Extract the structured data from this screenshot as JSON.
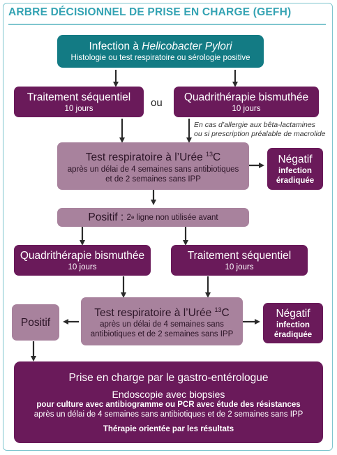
{
  "title": "ARBRE DÉCISIONNEL DE PRISE EN CHARGE (GEFH)",
  "infection": {
    "title_prefix": "Infection à ",
    "title_italic": "Helicobacter Pylori",
    "subtitle": "Histologie ou test respiratoire ou sérologie positive"
  },
  "traitement1": {
    "title": "Traitement séquentiel",
    "duration": "10 jours"
  },
  "ou": "ou",
  "quadri1": {
    "title": "Quadrithérapie bismuthée",
    "duration": "10 jours"
  },
  "allergy_note": {
    "line1": "En cas d’allergie aux bêta-lactamines",
    "line2": "ou si prescription préalable de macrolide"
  },
  "test1": {
    "title_prefix": "Test respiratoire à l’Urée ",
    "isotope": "13",
    "title_suffix": "C",
    "line1": "après un délai de 4 semaines sans antibiotiques",
    "line2": "et de 2 semaines sans IPP"
  },
  "negatif1": {
    "title": "Négatif",
    "line1": "infection",
    "line2": "éradiquée"
  },
  "positif_mid": {
    "label": "Positif",
    "colon": " : ",
    "num": "2",
    "sup": "e",
    "rest": " ligne non utilisée avant"
  },
  "quadri2": {
    "title": "Quadrithérapie bismuthée",
    "duration": "10 jours"
  },
  "traitement2": {
    "title": "Traitement séquentiel",
    "duration": "10 jours"
  },
  "test2": {
    "title_prefix": "Test respiratoire à l’Urée ",
    "isotope": "13",
    "title_suffix": "C",
    "line1": "après un délai de 4 semaines sans",
    "line2": "antibiotiques et de 2 semaines sans IPP"
  },
  "positif2": {
    "label": "Positif"
  },
  "negatif2": {
    "title": "Négatif",
    "line1": "infection",
    "line2": "éradiquée"
  },
  "gastro": {
    "title": "Prise en charge par le gastro-entérologue",
    "line1": "Endoscopie avec biopsies",
    "line2": "pour culture avec antibiogramme ou PCR avec étude des résistances",
    "line3": "après un délai de 4 semaines sans antibiotiques et de 2 semaines sans IPP",
    "line4": "Thérapie orientée par les résultats"
  },
  "colors": {
    "teal": "#137b84",
    "dark_purple": "#6a1a5a",
    "mauve": "#a8829d",
    "title_teal": "#34a3b3"
  }
}
